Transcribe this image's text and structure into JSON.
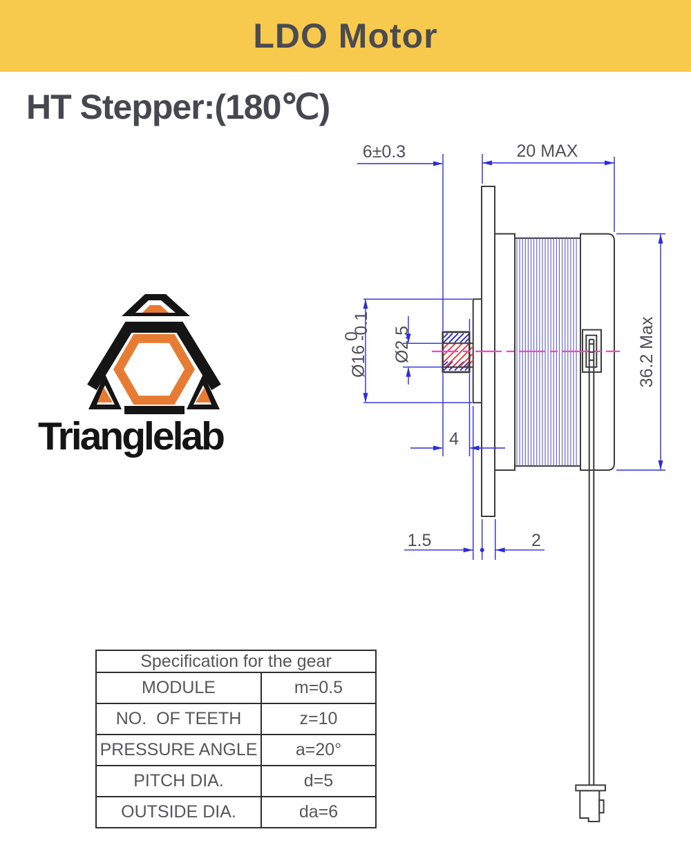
{
  "banner": {
    "title": "LDO Motor"
  },
  "heading": {
    "title": "HT Stepper:(180℃)"
  },
  "logo": {
    "wordmark": "Trianglelab"
  },
  "drawing": {
    "dimensions": {
      "shaft_to_flange": "6±0.3",
      "body_depth": "20 MAX",
      "pilot_diameter": "Ø16",
      "pilot_tolerance_upper": "0",
      "pilot_tolerance_lower": "-0.1",
      "shaft_diameter": "Ø2.5",
      "gear_length": "4",
      "pilot_protrusion": "1.5",
      "flange_thickness": "2",
      "body_height": "36.2 Max"
    },
    "colors": {
      "dimension_blue": "#2B2BDC",
      "centerline_magenta": "#F642CE",
      "outline_dark": "#3B3B3B",
      "hatch_red": "#E4444B",
      "hatch_blue": "#3838C8",
      "lamination_blue": "#6A6ACF"
    }
  },
  "spec_table": {
    "title": "Specification for the gear",
    "rows": [
      {
        "label": "MODULE",
        "value": "m=0.5"
      },
      {
        "label": "NO.  OF TEETH",
        "value": "z=10"
      },
      {
        "label": "PRESSURE ANGLE",
        "value": "a=20°"
      },
      {
        "label": "PITCH DIA.",
        "value": "d=5"
      },
      {
        "label": "OUTSIDE DIA.",
        "value": "da=6"
      }
    ]
  },
  "theme": {
    "banner_bg": "#F7CA4D",
    "banner_fg": "#4B4B52",
    "logo_orange": "#E87B33"
  }
}
